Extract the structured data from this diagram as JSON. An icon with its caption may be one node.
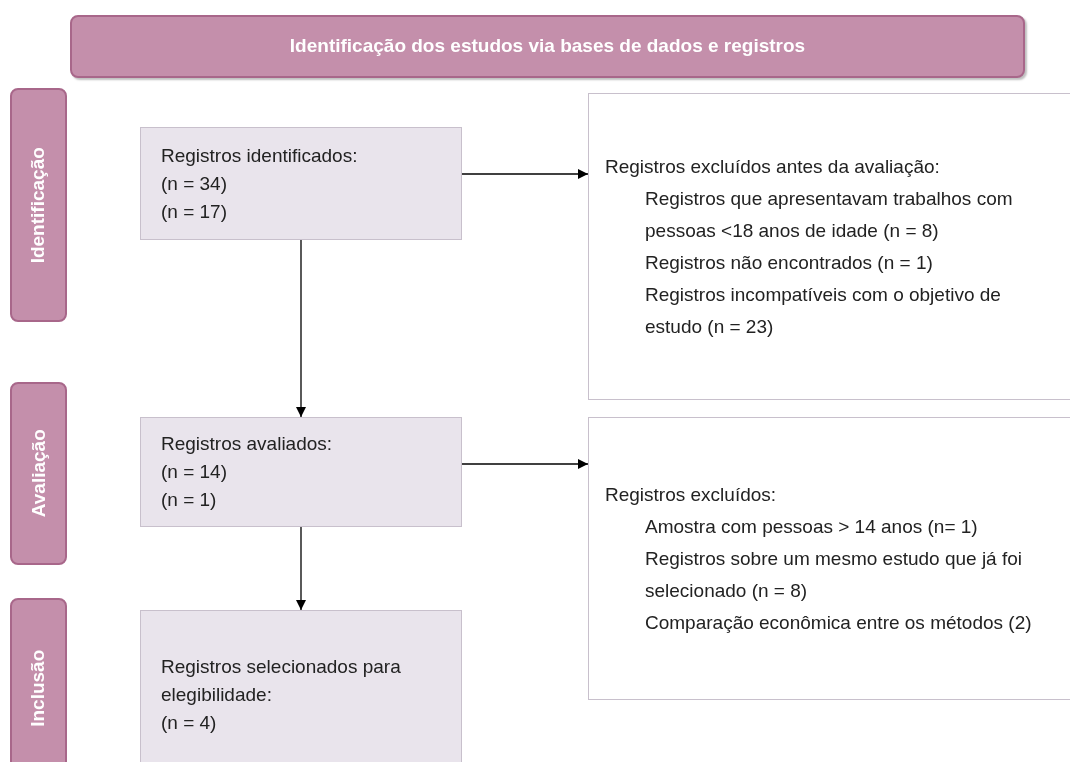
{
  "diagram": {
    "nodes": [
      {
        "text": [
          "Identificação dos estudos via bases de dados e registros"
        ]
      },
      {
        "text": [
          "Identificação"
        ]
      },
      {
        "text": [
          "Avaliação"
        ]
      },
      {
        "text": [
          "Inclusão"
        ]
      },
      {
        "text": [
          "Registros identificados:",
          "(n = 34)",
          "(n = 17)"
        ]
      },
      {
        "text": [
          "Registros excluídos antes da avaliação:",
          "Registros que apresentavam trabalhos com pessoas <18 anos de idade (n = 8)",
          "Registros não encontrados (n = 1)",
          "Registros incompatíveis com o objetivo de estudo (n = 23)"
        ]
      },
      {
        "text": [
          "Registros avaliados:",
          "(n = 14)",
          "(n = 1)"
        ]
      },
      {
        "text": [
          "Registros excluídos:",
          "Amostra com pessoas > 14 anos (n= 1)",
          "Registros sobre um mesmo estudo que já foi selecionado (n = 8)",
          "Comparação econômica entre os métodos (2)"
        ]
      },
      {
        "text": [
          "Registros selecionados para elegibilidade:",
          "(n = 4)"
        ]
      }
    ],
    "edges": [
      {
        "from": 4,
        "to": 5,
        "arrow": "to"
      },
      {
        "from": 4,
        "to": 6,
        "arrow": "to"
      },
      {
        "from": 6,
        "to": 7,
        "arrow": "to"
      },
      {
        "from": 6,
        "to": 8,
        "arrow": "to"
      }
    ]
  }
}
